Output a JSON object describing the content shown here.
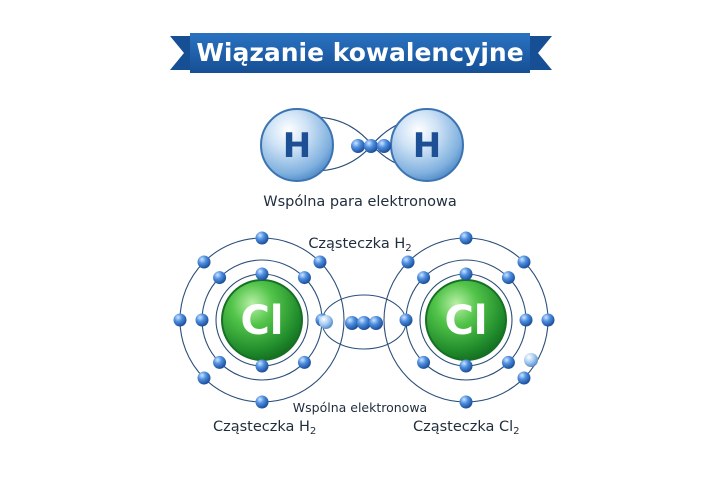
{
  "banner": {
    "title": "Wiązanie kowalencyjne"
  },
  "atoms": {
    "hydrogen": {
      "symbol": "H"
    },
    "chlorine": {
      "symbol": "Cl"
    }
  },
  "captions": {
    "h2_shared_pair": "Wspólna para elektronowa",
    "top_molecule": {
      "text": "Cząsteczka H",
      "subscript": "2"
    },
    "cl2_shared": "Wspólna elektronowa",
    "bottom_left": {
      "text": "Cząsteczka H",
      "subscript": "2"
    },
    "bottom_right": {
      "text": "Cząsteczka Cl",
      "subscript": "2"
    }
  },
  "colors": {
    "banner": "#1f5fa8",
    "hydrogen_sphere": "#9cc2e8",
    "chlorine_sphere": "#2f9e36",
    "electron": "#2f6fc4",
    "orbit": "#2b4f7a"
  }
}
